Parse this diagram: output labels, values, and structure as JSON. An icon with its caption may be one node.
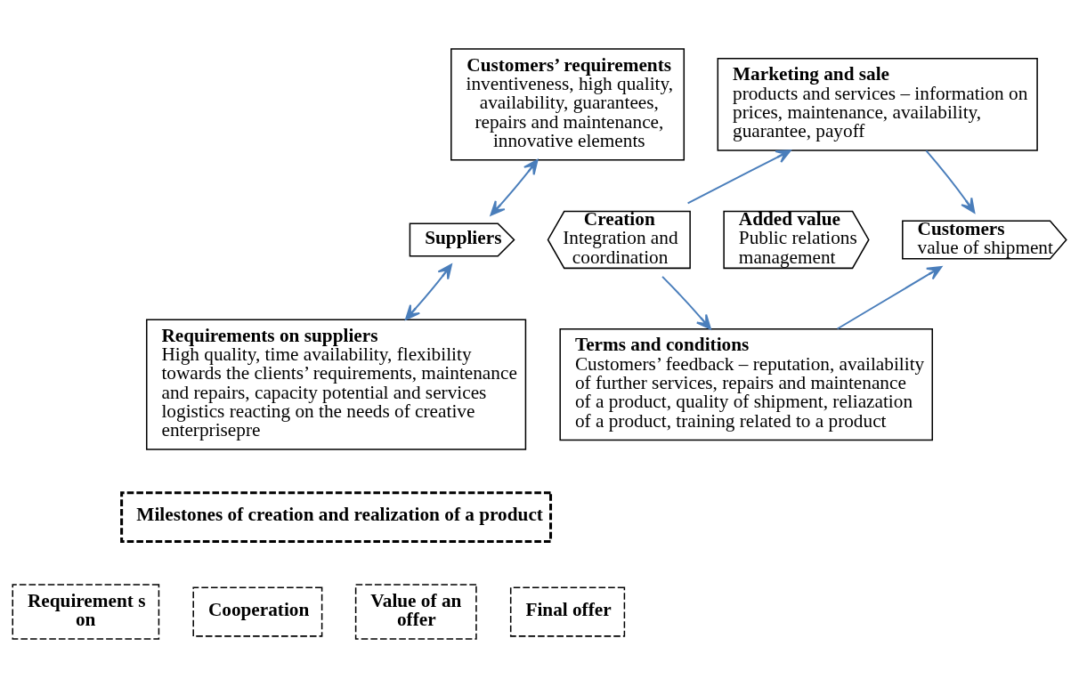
{
  "diagram": {
    "nodes": [
      {
        "text": [
          "Customers’ requirements",
          "inventiveness, high quality, availability, guarantees, repairs and maintenance, innovative elements"
        ]
      },
      {
        "text": [
          "Marketing and sale",
          "products and services – information on prices, maintenance, availability, guarantee, payoff"
        ]
      },
      {
        "text": [
          "Added value",
          "Public relations management"
        ]
      },
      {
        "text": [
          "Customers",
          "value of shipment"
        ]
      },
      {
        "text": [
          "Suppliers"
        ]
      },
      {
        "text": [
          "Creation",
          "Integration and coordination"
        ]
      },
      {
        "text": [
          "Requirements on suppliers",
          "High quality, time availability, flexibility towards the clients’ requirements, maintenance and repairs, capacity potential and services logistics reacting on the needs of creative enterprisepre"
        ]
      },
      {
        "text": [
          "Terms and conditions",
          "Customers’ feedback – reputation, availability of further services, repairs and maintenance of a product, quality of shipment, reliazation of a product, training related to a product"
        ]
      },
      {
        "text": [
          "Milestones of creation and realization of a product"
        ]
      },
      {
        "text": [
          "Requirement s on"
        ]
      },
      {
        "text": [
          "Cooperation"
        ]
      },
      {
        "text": [
          "Value of an offer"
        ]
      },
      {
        "text": [
          "Final offer"
        ]
      }
    ],
    "edges": [
      {
        "from": 5,
        "to": 1,
        "arrow": "to"
      },
      {
        "from": 0,
        "to": 4,
        "arrow": "both"
      },
      {
        "from": 1,
        "to": 3,
        "arrow": "to"
      },
      {
        "from": 4,
        "to": 6,
        "arrow": "both"
      },
      {
        "from": 5,
        "to": 7,
        "arrow": "to"
      },
      {
        "from": 7,
        "to": 3,
        "arrow": "to"
      }
    ]
  }
}
